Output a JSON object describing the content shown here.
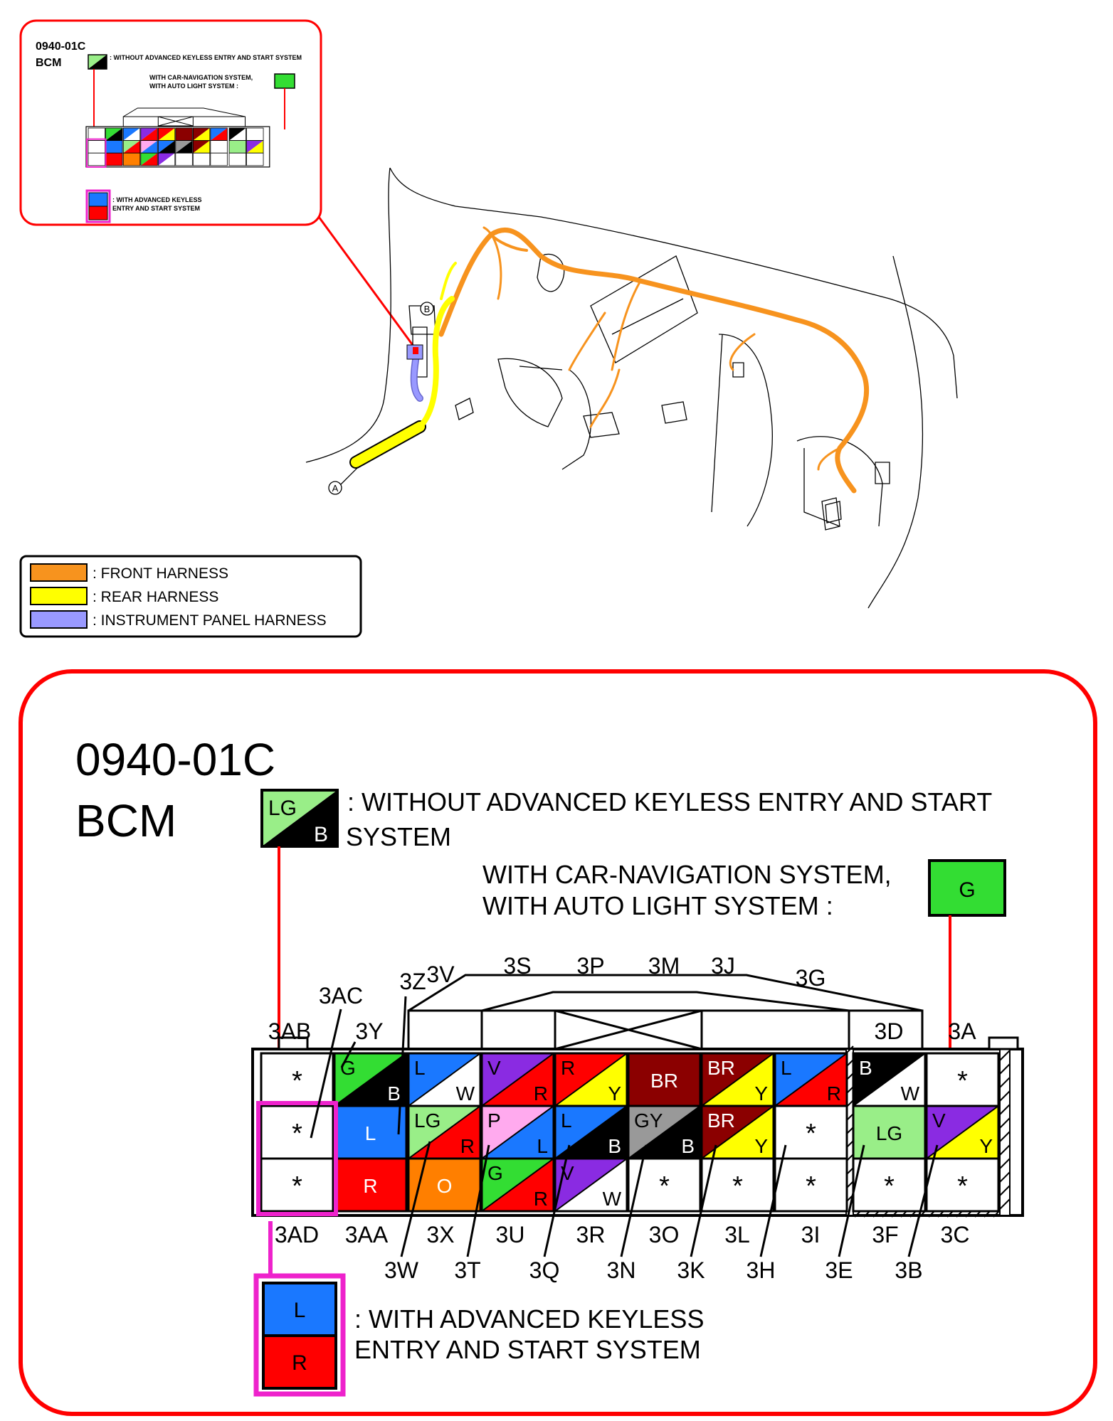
{
  "inset": {
    "code": "0940-01C",
    "module": "BCM",
    "note_without_akes": ": WITHOUT ADVANCED KEYLESS ENTRY AND START SYSTEM",
    "note_nav_1": "WITH CAR-NAVIGATION SYSTEM,",
    "note_nav_2": "WITH AUTO LIGHT SYSTEM :",
    "note_with_akes_1": ": WITH ADVANCED KEYLESS",
    "note_with_akes_2": "ENTRY AND START SYSTEM"
  },
  "illustration": {
    "marker_a": "A",
    "marker_b": "B"
  },
  "legend": {
    "items": [
      {
        "label": ": FRONT HARNESS",
        "color": "#f7931e"
      },
      {
        "label": ": REAR HARNESS",
        "color": "#ffff00"
      },
      {
        "label": ": INSTRUMENT PANEL HARNESS",
        "color": "#9999ff"
      }
    ]
  },
  "detail": {
    "code": "0940-01C",
    "module": "BCM",
    "without_akes_line1": ": WITHOUT ADVANCED KEYLESS ENTRY AND START",
    "without_akes_line2": "SYSTEM",
    "without_akes_swatch": {
      "top": "LG",
      "bottom": "B"
    },
    "nav_line1": "WITH CAR-NAVIGATION SYSTEM,",
    "nav_line2": "WITH AUTO LIGHT SYSTEM :",
    "nav_swatch": "G",
    "with_akes_line1": ": WITH ADVANCED KEYLESS",
    "with_akes_line2": "ENTRY AND START SYSTEM",
    "with_akes_swatch": {
      "top": "L",
      "bottom": "R"
    }
  },
  "colors": {
    "G": "#33dd33",
    "B": "#000000",
    "L": "#1a78ff",
    "W": "#ffffff",
    "V": "#8a2be2",
    "R": "#ff0000",
    "Y": "#ffff00",
    "BR": "#8b0000",
    "LG": "#99ee88",
    "P": "#ffaaee",
    "GY": "#999999",
    "O": "#ff7f00",
    "frame": "#ff0000",
    "magenta": "#ee22cc"
  },
  "connector": {
    "blank_glyph": "*",
    "top_labels": [
      "3S",
      "3P",
      "3M",
      "3J"
    ],
    "upper_labels": [
      "3AC",
      "3Z",
      "3V",
      "3G"
    ],
    "row_labels": [
      "3AB",
      "3Y",
      "3D",
      "3A"
    ],
    "bottom_labels_1": [
      "3AD",
      "3AA",
      "3X",
      "3U",
      "3R",
      "3O",
      "3L",
      "3I",
      "3F",
      "3C"
    ],
    "bottom_labels_2": [
      "3W",
      "3T",
      "3Q",
      "3N",
      "3K",
      "3H",
      "3E",
      "3B"
    ],
    "rows": [
      [
        {
          "pin": "3AB",
          "blank": true
        },
        {
          "pin": "3Y",
          "c1": "G",
          "c2": "B"
        },
        {
          "pin": "3V",
          "c1": "L",
          "c2": "W"
        },
        {
          "pin": "3S",
          "c1": "V",
          "c2": "R"
        },
        {
          "pin": "3P",
          "c1": "R",
          "c2": "Y"
        },
        {
          "pin": "3M",
          "c1": "BR"
        },
        {
          "pin": "3J",
          "c1": "BR",
          "c2": "Y"
        },
        {
          "pin": "3G",
          "c1": "L",
          "c2": "R"
        },
        {
          "pin": "3D",
          "c1": "B",
          "c2": "W"
        },
        {
          "pin": "3A",
          "blank": true
        }
      ],
      [
        {
          "pin": "3AC",
          "blank": true
        },
        {
          "pin": "3Z",
          "c1": "L"
        },
        {
          "pin": "3W",
          "c1": "LG",
          "c2": "R"
        },
        {
          "pin": "3T",
          "c1": "P",
          "c2": "L"
        },
        {
          "pin": "3Q",
          "c1": "L",
          "c2": "B"
        },
        {
          "pin": "3N",
          "c1": "GY",
          "c2": "B"
        },
        {
          "pin": "3K",
          "c1": "BR",
          "c2": "Y"
        },
        {
          "pin": "3H",
          "blank": true
        },
        {
          "pin": "3E",
          "c1": "LG"
        },
        {
          "pin": "3B",
          "c1": "V",
          "c2": "Y"
        }
      ],
      [
        {
          "pin": "3AD",
          "blank": true
        },
        {
          "pin": "3AA",
          "c1": "R"
        },
        {
          "pin": "3X",
          "c1": "O"
        },
        {
          "pin": "3U",
          "c1": "G",
          "c2": "R"
        },
        {
          "pin": "3R",
          "c1": "V",
          "c2": "W"
        },
        {
          "pin": "3O",
          "blank": true
        },
        {
          "pin": "3L",
          "blank": true
        },
        {
          "pin": "3I",
          "blank": true
        },
        {
          "pin": "3F",
          "blank": true
        },
        {
          "pin": "3C",
          "blank": true
        }
      ]
    ]
  }
}
